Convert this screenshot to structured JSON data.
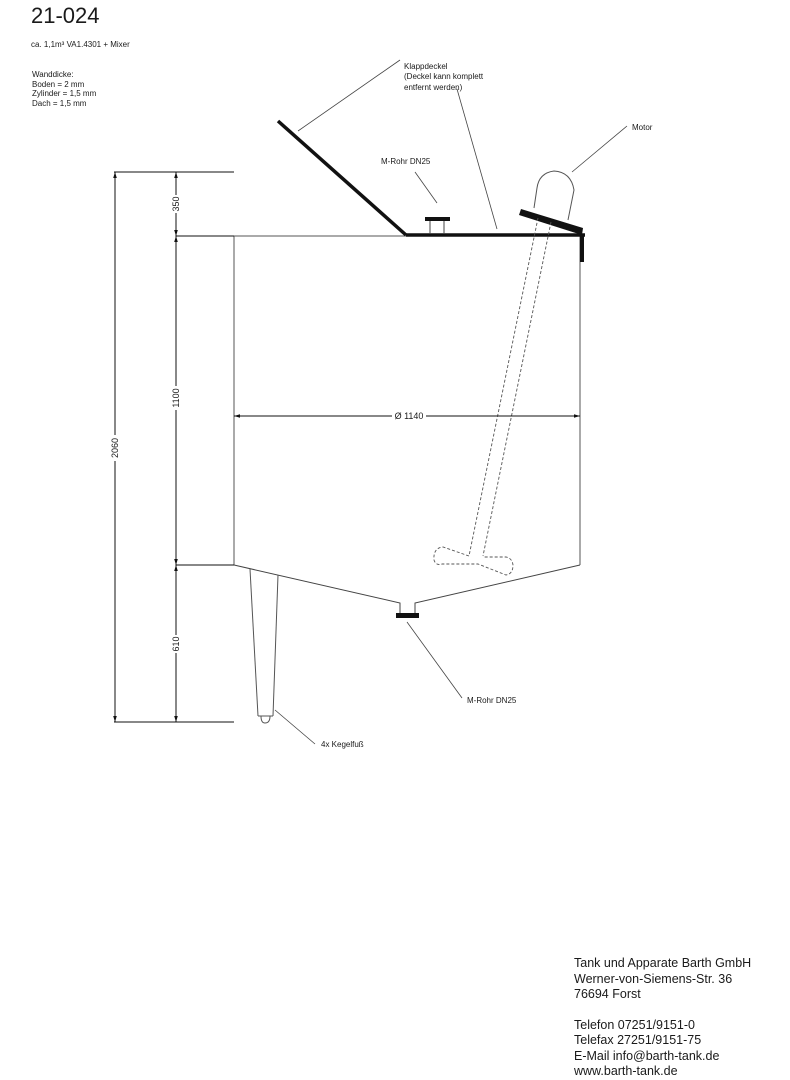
{
  "header": {
    "drawing_number": "21-024",
    "description": "ca. 1,1m³ VA1.4301 + Mixer"
  },
  "wall_thickness": {
    "heading": "Wanddicke:",
    "lines": [
      "Boden = 2 mm",
      "Zylinder = 1,5 mm",
      "Dach = 1,5 mm"
    ]
  },
  "annotations": {
    "lid": [
      "Klappdeckel",
      "(Deckel kann komplett",
      "entfernt werden)"
    ],
    "motor": "Motor",
    "top_nozzle": "M-Rohr DN25",
    "bottom_nozzle": "M-Rohr DN25",
    "legs": "4x Kegelfuß"
  },
  "dimensions": {
    "total_height": "2060",
    "top_section": "350",
    "cylinder_height": "1100",
    "cone_leg_height": "610",
    "diameter": "Ø 1140"
  },
  "company": {
    "name": "Tank und Apparate Barth GmbH",
    "street": "Werner-von-Siemens-Str. 36",
    "city": "76694 Forst",
    "phone": "Telefon 07251/9151-0",
    "fax": "Telefax 27251/9151-75",
    "email": "E-Mail info@barth-tank.de",
    "web": "www.barth-tank.de"
  }
}
